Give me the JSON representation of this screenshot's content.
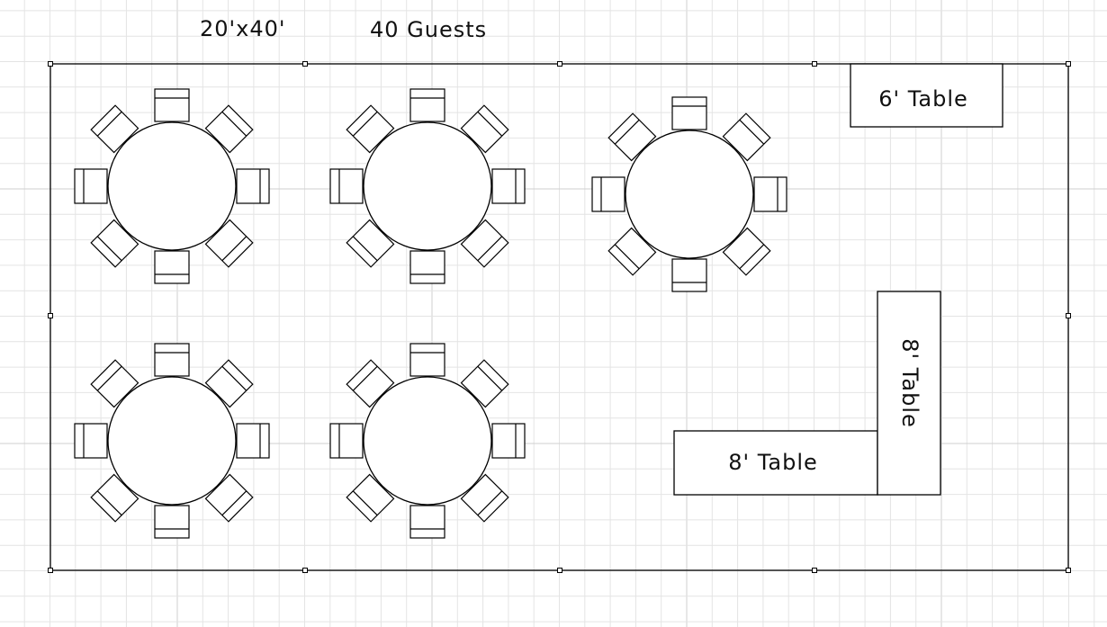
{
  "header": {
    "dimensions": "20'x40'",
    "guest_count": "40 Guests"
  },
  "round_tables": {
    "count": 5,
    "chairs_per_table": 8
  },
  "rect_tables": [
    {
      "label": "6' Table",
      "orientation": "horizontal"
    },
    {
      "label": "8' Table",
      "orientation": "horizontal"
    },
    {
      "label": "8' Table",
      "orientation": "vertical"
    }
  ],
  "colors": {
    "line": "#000000",
    "grid_minor": "#e4e4e4",
    "grid_major": "#cfcfcf",
    "background": "#ffffff"
  }
}
